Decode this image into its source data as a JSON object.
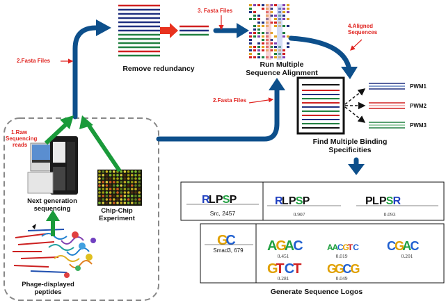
{
  "labels": {
    "fasta_files_1": "2.Fasta Files",
    "fasta_files_2": "2.Fasta Files",
    "fasta_files_3": "3. Fasta Files",
    "aligned_sequences_line1": "4.Aligned",
    "aligned_sequences_line2": "Sequences",
    "raw_reads_line1": "1.Raw",
    "raw_reads_line2": "Sequencing",
    "raw_reads_line3": "reads"
  },
  "steps": {
    "remove_redundancy": "Remove redundancy",
    "run_msa_line1": "Run Multiple",
    "run_msa_line2": "Sequence Alignment",
    "find_specificities_line1": "Find Multiple Binding",
    "find_specificities_line2": "Specificities",
    "generate_logos": "Generate Sequence Logos"
  },
  "sources": {
    "ngs_line1": "Next generation",
    "ngs_line2": "sequencing",
    "chip_line1": "Chip-Chip",
    "chip_line2": "Experiment",
    "phage_line1": "Phage-displayed",
    "phage_line2": "peptides"
  },
  "pwm_labels": [
    "PWM1",
    "PWM2",
    "PWM3"
  ],
  "logos_top": {
    "source_caption": "Src, 2457",
    "motifs": [
      {
        "text": "RLPxP",
        "weight": "0.907"
      },
      {
        "text": "PLPxR",
        "weight": "0.093"
      }
    ]
  },
  "logos_bottom": {
    "source_caption": "Smad3, 679",
    "motifs": [
      {
        "text": "AGAC",
        "weight": "0.451"
      },
      {
        "text": "AACGTC",
        "weight": "0.019"
      },
      {
        "text": "CGAC",
        "weight": "0.201"
      },
      {
        "text": "GTCT",
        "weight": "0.281"
      },
      {
        "text": "GGCG",
        "weight": "0.049"
      }
    ]
  },
  "colors": {
    "flow_arrow": "#0d4f8b",
    "green_arrow": "#1a9a3a",
    "label_red": "#e02420",
    "redundancy_arrow": "#e8321e"
  }
}
